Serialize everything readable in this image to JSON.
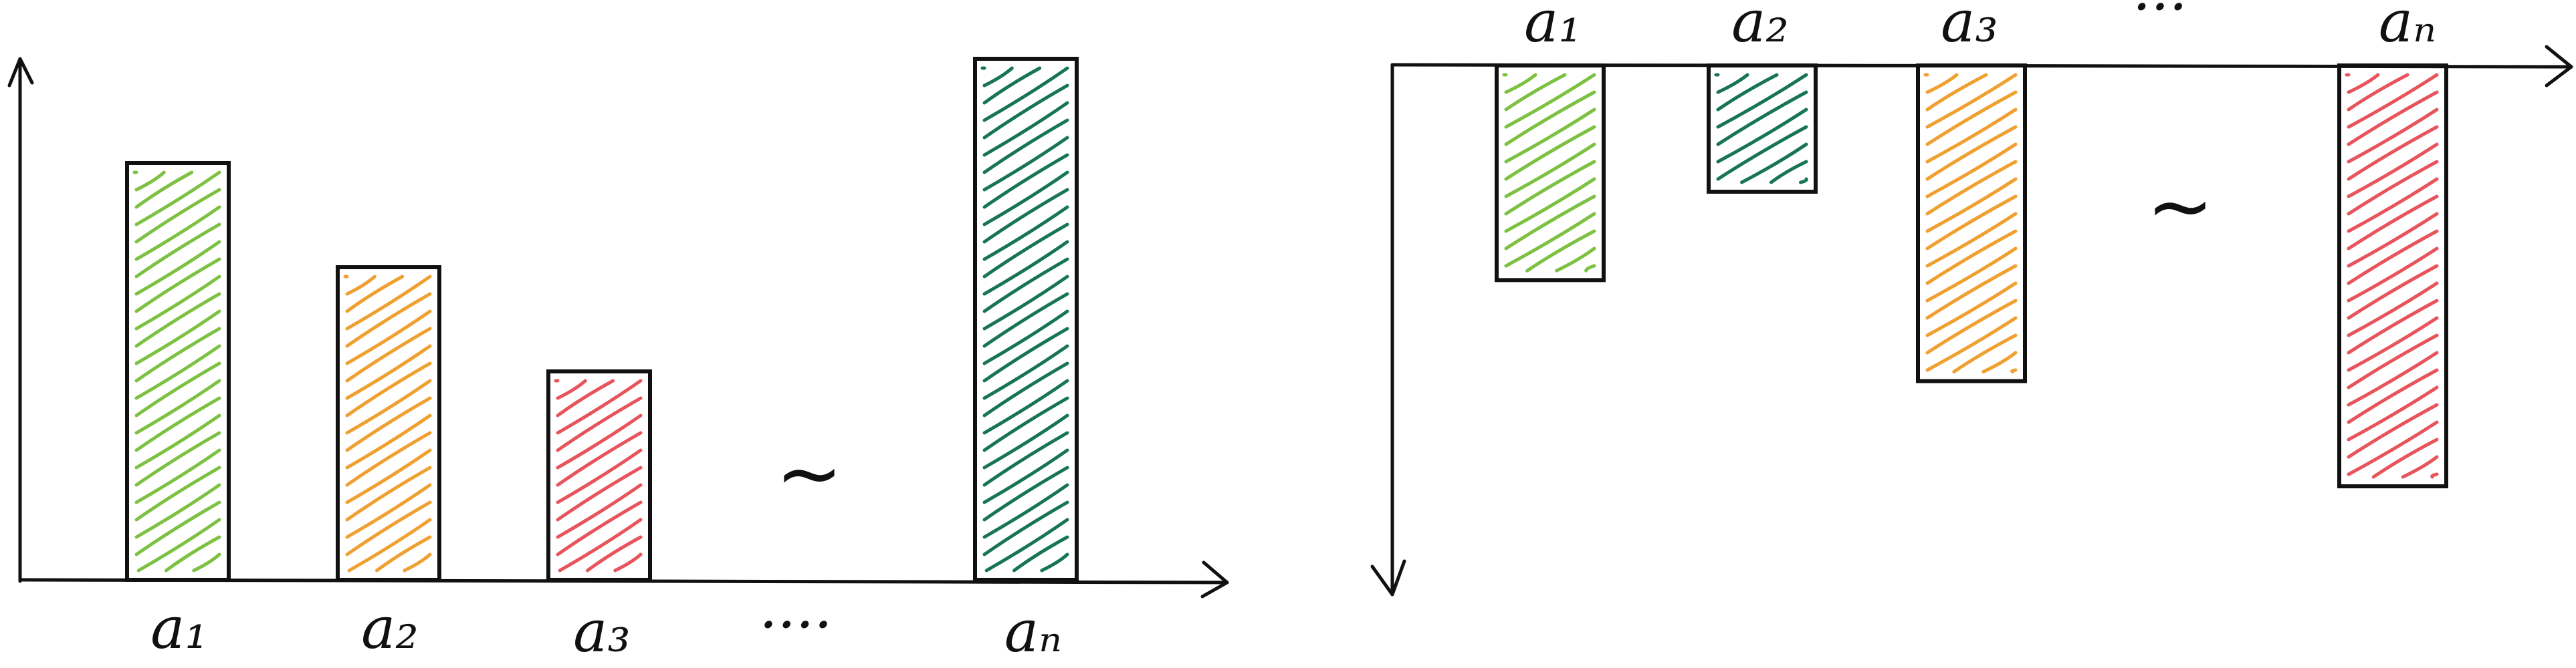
{
  "colors": {
    "light_green": "#7dc142",
    "orange": "#f0a030",
    "red": "#e8545c",
    "teal": "#177556",
    "ink": "#111111"
  },
  "diagrams": [
    {
      "id": "upward",
      "orientation": "up",
      "bars": [
        {
          "label": "a₁",
          "relative_height": 0.8,
          "color": "#7dc142"
        },
        {
          "label": "a₂",
          "relative_height": 0.6,
          "color": "#f0a030"
        },
        {
          "label": "a₃",
          "relative_height": 0.4,
          "color": "#e8545c"
        },
        {
          "label": "aₙ",
          "relative_height": 1.0,
          "color": "#177556"
        }
      ],
      "ellipsis": "····",
      "tilde": "~"
    },
    {
      "id": "downward",
      "orientation": "down",
      "bars": [
        {
          "label": "a₁",
          "relative_height": 0.51,
          "color": "#7dc142"
        },
        {
          "label": "a₂",
          "relative_height": 0.3,
          "color": "#177556"
        },
        {
          "label": "a₃",
          "relative_height": 0.75,
          "color": "#f0a030"
        },
        {
          "label": "aₙ",
          "relative_height": 1.0,
          "color": "#e8545c"
        }
      ],
      "ellipsis": "···",
      "tilde": "~"
    }
  ]
}
